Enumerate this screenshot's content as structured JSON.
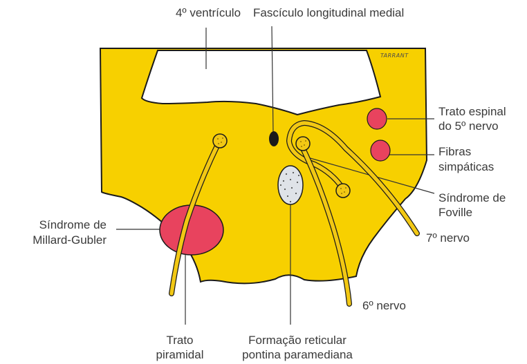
{
  "labels": {
    "ventricle": "4º ventrículo",
    "mlf": "Fascículo longitudinal medial",
    "spinal_tract_line1": "Trato espinal",
    "spinal_tract_line2": "do 5º nervo",
    "sympathetic_line1": "Fibras",
    "sympathetic_line2": "simpáticas",
    "foville_line1": "Síndrome de",
    "foville_line2": "Foville",
    "seventh_nerve": "7º nervo",
    "sixth_nerve": "6º nervo",
    "millard_line1": "Síndrome de",
    "millard_line2": "Millard-Gubler",
    "pyramidal_line1": "Trato",
    "pyramidal_line2": "piramidal",
    "reticular_line1": "Formação reticular",
    "reticular_line2": "pontina paramediana"
  },
  "signature": "TARRANT",
  "colors": {
    "pons": "#f7d000",
    "pons_outline": "#1a1a1a",
    "lesion_red": "#e8435e",
    "nucleus_yellow": "#f2c814",
    "reticular_fill": "#dfe3e8",
    "leader": "#333333"
  }
}
